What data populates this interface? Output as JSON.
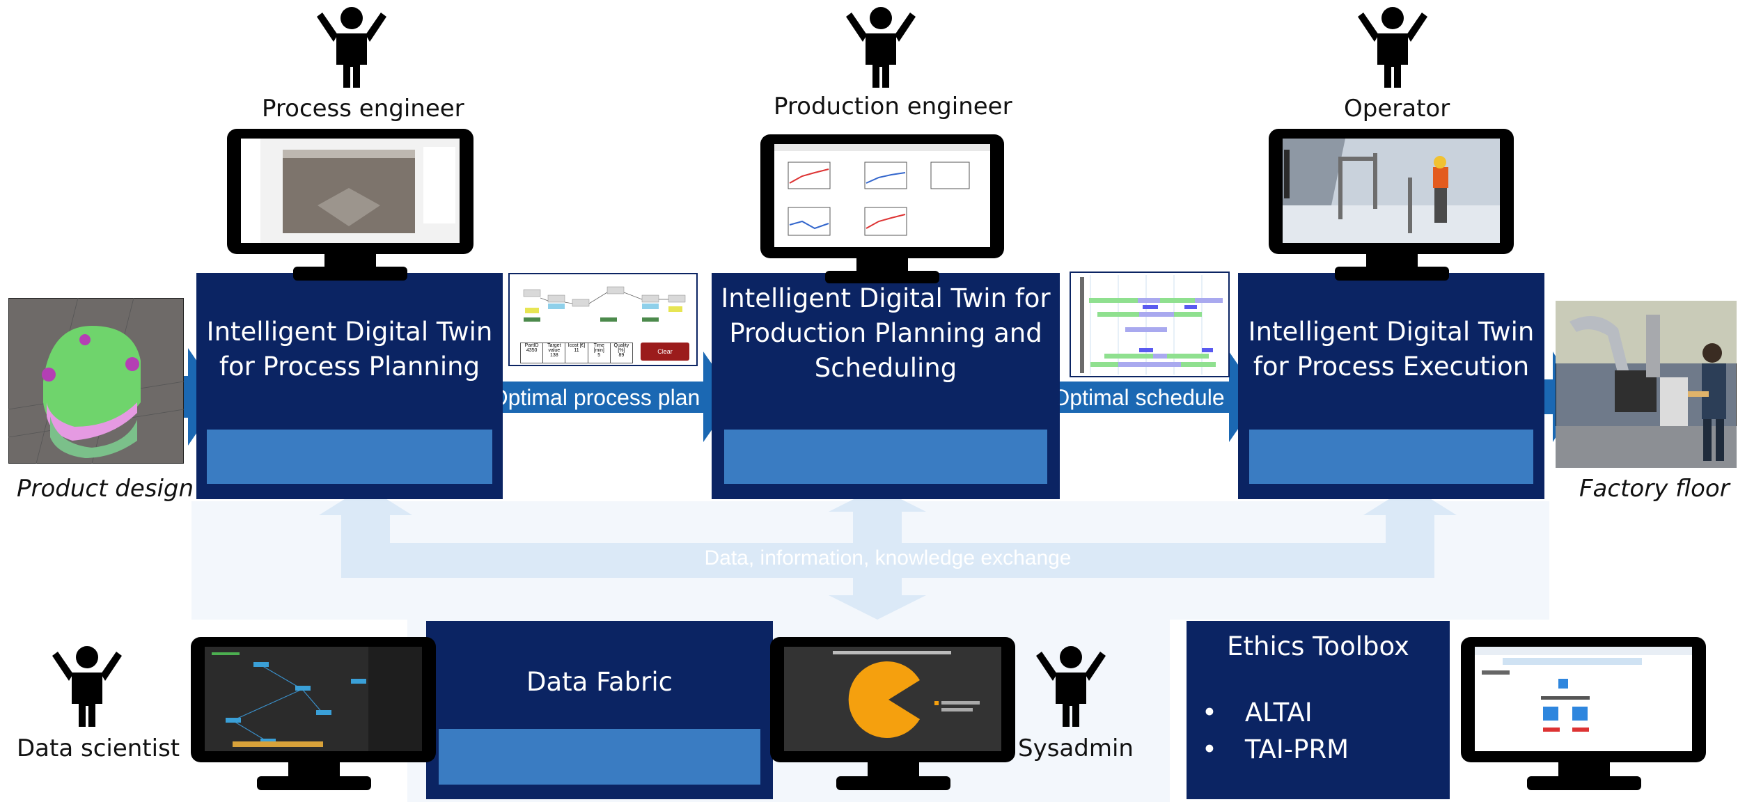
{
  "roles": {
    "process_engineer": "Process engineer",
    "production_engineer": "Production engineer",
    "operator": "Operator",
    "data_scientist": "Data scientist",
    "sysadmin": "Sysadmin"
  },
  "boxes": {
    "process_planning": "Intelligent Digital Twin\nfor Process Planning",
    "production_planning": "Intelligent Digital Twin for\nProduction Planning and\nScheduling",
    "process_execution": "Intelligent Digital Twin\nfor Process Execution",
    "data_fabric": "Data Fabric",
    "ethics_toolbox": "Ethics Toolbox"
  },
  "ethics_items": [
    "ALTAI",
    "TAI-PRM"
  ],
  "arrows": {
    "optimal_process_plan": "Optimal process plan",
    "optimal_schedule": "Optimal schedule",
    "exchange": "Data, information, knowledge exchange"
  },
  "captions": {
    "product_design": "Product design",
    "factory_floor": "Factory floor"
  },
  "thumb_table": {
    "headers": [
      "PartID",
      "Target value",
      "Icost [€]",
      "Time [min]",
      "Quality [%]"
    ],
    "row": [
      "4350",
      "138",
      "11",
      "5",
      "89"
    ],
    "button": "Clear"
  },
  "colors": {
    "dark_blue": "#0b2463",
    "mid_blue": "#3a7cc2",
    "arrow_blue": "#1b68b3",
    "light_band": "#dbe9f7"
  }
}
